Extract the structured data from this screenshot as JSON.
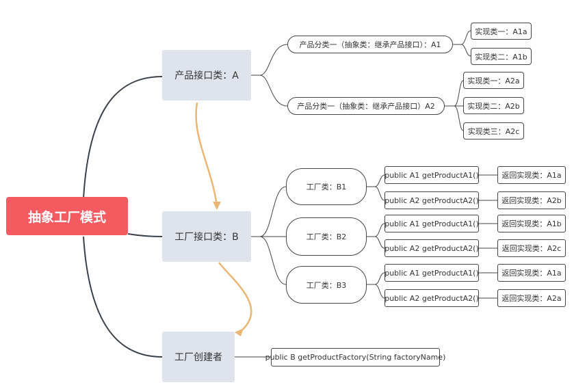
{
  "root": {
    "label": "抽象工厂模式"
  },
  "product_interface": {
    "label": "产品接口类：A",
    "categories": [
      {
        "label": "产品分类一（抽象类：继承产品接口）：A1",
        "impls": [
          "实现类一：A1a",
          "实现类二：A1b"
        ]
      },
      {
        "label": "产品分类一（抽象类：继承产品接口）A2",
        "impls": [
          "实现类一：A2a",
          "实现类二：A2b",
          "实现类三：A2c"
        ]
      }
    ]
  },
  "factory_interface": {
    "label": "工厂接口类：B",
    "factories": [
      {
        "label": "工厂类：B1",
        "methods": [
          {
            "sig": "public A1 getProductA1()",
            "ret": "返回实现类：A1a"
          },
          {
            "sig": "public A2 getProductA2()",
            "ret": "返回实现类：A2b"
          }
        ]
      },
      {
        "label": "工厂类：B2",
        "methods": [
          {
            "sig": "public A1 getProductA1()",
            "ret": "返回实现类：A1b"
          },
          {
            "sig": "public A2 getProductA2()",
            "ret": "返回实现类：A2c"
          }
        ]
      },
      {
        "label": "工厂类：B3",
        "methods": [
          {
            "sig": "public A1 getProductA1()",
            "ret": "返回实现类：A1a"
          },
          {
            "sig": "public A2 getProductA2()",
            "ret": "返回实现类：A2a"
          }
        ]
      }
    ]
  },
  "factory_creator": {
    "label": "工厂创建者",
    "method": "public B getProductFactory(String factoryName)"
  },
  "colors": {
    "root_bg": "#f45b61",
    "branch_bg": "#dfe3ec",
    "main_line": "#3a4049",
    "thin_line": "#444444",
    "relation_arrow": "#eab676"
  }
}
